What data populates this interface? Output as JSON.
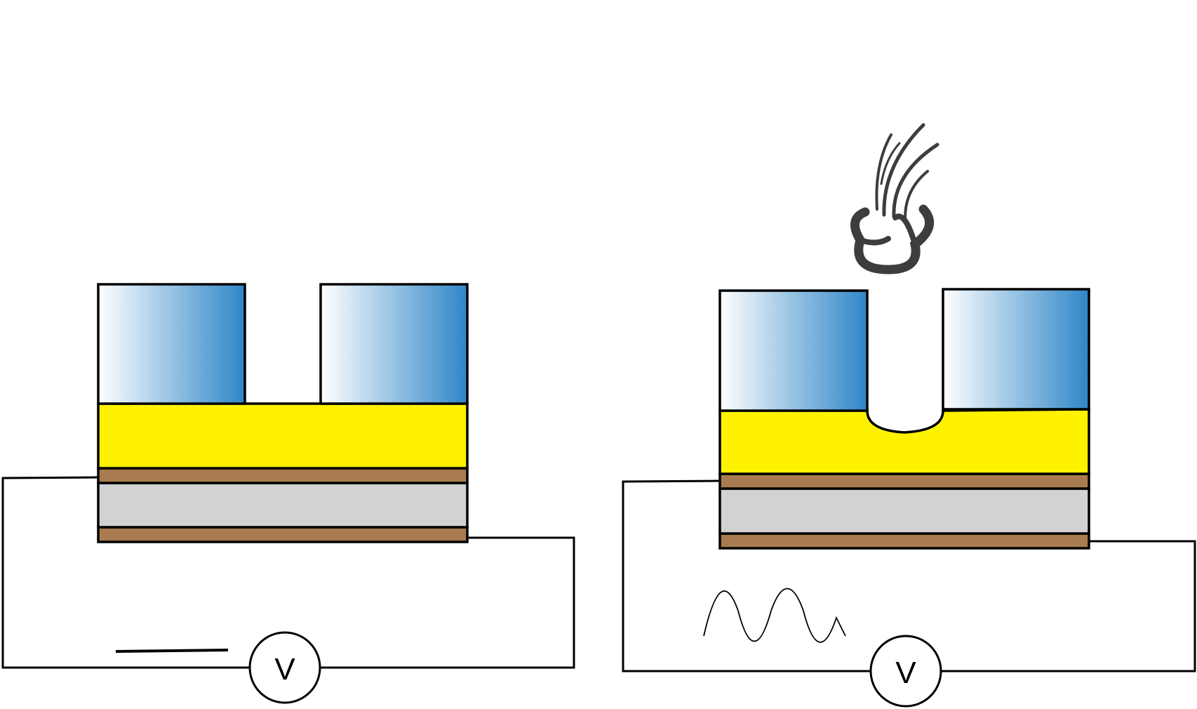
{
  "panels": [
    {
      "id": "left",
      "meter_label": "V",
      "source": "dc",
      "etching": false
    },
    {
      "id": "right",
      "meter_label": "V",
      "source": "ac",
      "etching": true
    }
  ],
  "colors": {
    "electrode_gradient_start": "#ffffff",
    "electrode_gradient_end": "#2f86c8",
    "functional_layer": "#fff200",
    "contact_layer": "#a87b50",
    "substrate_layer": "#d1d2d4",
    "smoke": "#3d3d3d",
    "line": "#000000"
  },
  "icons": {
    "smoke": "smoke-puff-icon",
    "ac_source": "sine-wave-icon",
    "dc_source": "dc-line-icon"
  }
}
